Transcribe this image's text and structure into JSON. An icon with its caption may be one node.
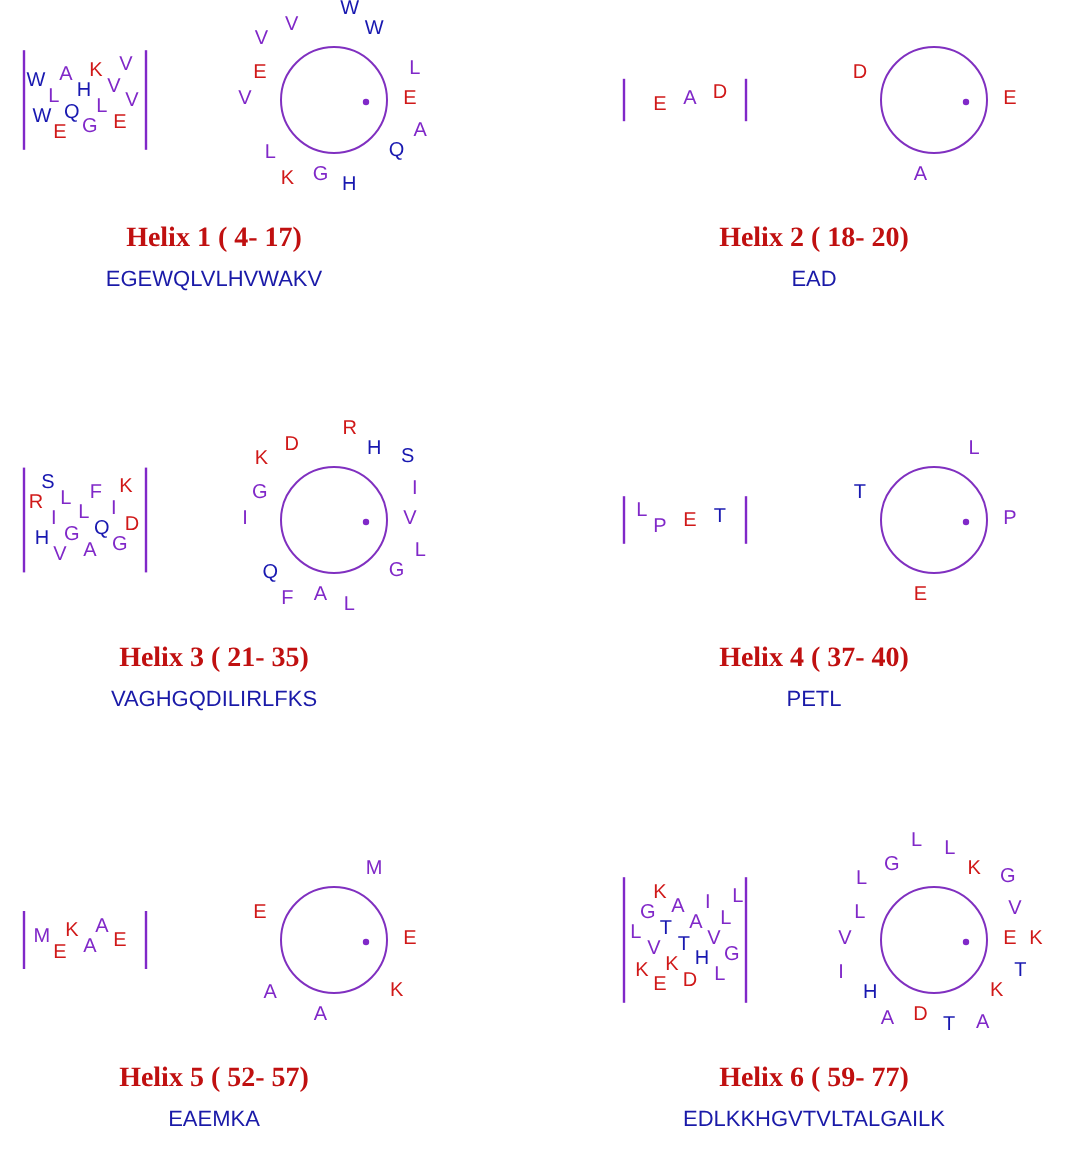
{
  "diagram": {
    "nodes": [
      {
        "text": [],
        "shape": "circle",
        "beside": [
          "E",
          "G",
          "E",
          "W",
          "Q",
          "L",
          "V",
          "L",
          "H",
          "V",
          "W",
          "A",
          "K",
          "V"
        ]
      },
      {
        "text": [],
        "shape": "circle",
        "beside": [
          "E",
          "A",
          "D"
        ]
      },
      {
        "text": [],
        "shape": "circle",
        "beside": [
          "V",
          "A",
          "G",
          "H",
          "G",
          "Q",
          "D",
          "I",
          "L",
          "I",
          "R",
          "L",
          "F",
          "K",
          "S"
        ]
      },
      {
        "text": [],
        "shape": "circle",
        "beside": [
          "P",
          "E",
          "T",
          "L"
        ]
      },
      {
        "text": [],
        "shape": "circle",
        "beside": [
          "E",
          "A",
          "E",
          "M",
          "K",
          "A"
        ]
      },
      {
        "text": [],
        "shape": "circle",
        "beside": [
          "E",
          "D",
          "L",
          "K",
          "K",
          "H",
          "G",
          "V",
          "T",
          "V",
          "L",
          "T",
          "A",
          "L",
          "G",
          "A",
          "I",
          "L",
          "K"
        ]
      }
    ],
    "labels": [
      "W",
      "A",
      "K",
      "V",
      "L",
      "H",
      "V",
      "W",
      "Q",
      "L",
      "V",
      "E",
      "G",
      "E",
      "Helix 1 ( 4- 17)",
      "EGEWQLVLHVWAKV",
      "E",
      "A",
      "D",
      "Helix 2 ( 18- 20)",
      "EAD",
      "S",
      "R",
      "L",
      "F",
      "K",
      "I",
      "L",
      "I",
      "H",
      "G",
      "Q",
      "D",
      "V",
      "A",
      "G",
      "Helix 3 ( 21- 35)",
      "VAGHGQDILIRLFKS",
      "L",
      "P",
      "E",
      "T",
      "Helix 4 ( 37- 40)",
      "PETL",
      "M",
      "K",
      "A",
      "E",
      "A",
      "E",
      "Helix 5 ( 52- 57)",
      "EAEMKA",
      "K",
      "G",
      "A",
      "I",
      "L",
      "L",
      "T",
      "A",
      "L",
      "V",
      "T",
      "V",
      "K",
      "K",
      "H",
      "G",
      "E",
      "D",
      "L",
      "Helix 6 ( 59- 77)",
      "EDLKKHGVTVLTALGAILK"
    ]
  }
}
